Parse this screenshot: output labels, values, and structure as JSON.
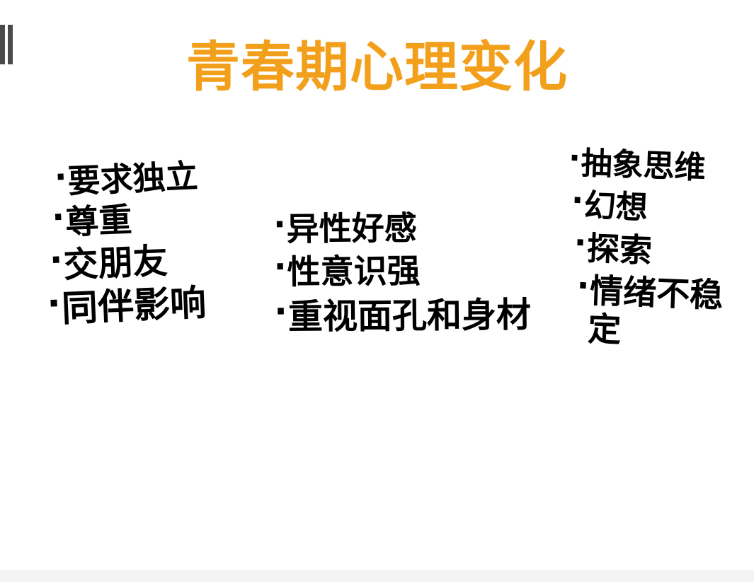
{
  "slide": {
    "title": "青春期心理变化",
    "title_color": "#f2a01c",
    "background_color": "#ffffff",
    "decor": {
      "corner_bar_color": "#4a4a4a",
      "bar_count": 2
    },
    "bullet_char": "·",
    "columns": [
      {
        "id": "independence",
        "name": "autonomy-column",
        "items": [
          {
            "text": "要求独立"
          },
          {
            "text": "尊重"
          },
          {
            "text": "交朋友"
          },
          {
            "text": "同伴影响"
          }
        ]
      },
      {
        "id": "sexuality",
        "name": "sexuality-column",
        "items": [
          {
            "text": "异性好感"
          },
          {
            "text": "性意识强"
          },
          {
            "text": "重视面孔和身材"
          }
        ]
      },
      {
        "id": "cognition",
        "name": "cognition-column",
        "items": [
          {
            "text": "抽象思维"
          },
          {
            "text": "幻想"
          },
          {
            "text": "探索"
          },
          {
            "text": "情绪不稳",
            "continuation": "定"
          }
        ]
      }
    ]
  },
  "bottom_strip": {
    "color": "#f4f4f4"
  }
}
